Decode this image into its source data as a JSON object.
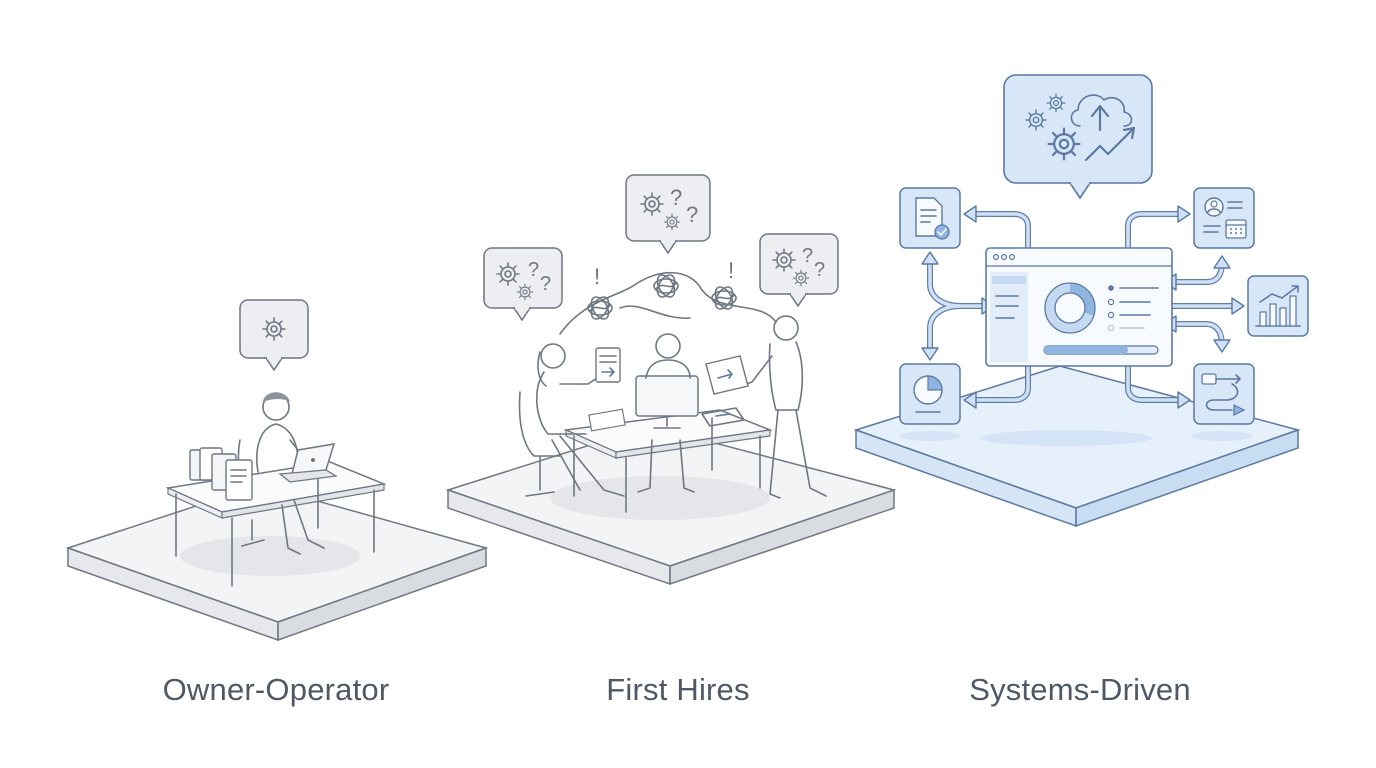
{
  "stages": [
    {
      "label": "Owner-Operator"
    },
    {
      "label": "First Hires"
    },
    {
      "label": "Systems-Driven"
    }
  ],
  "colors": {
    "platform_gray": "#f2f3f5",
    "platform_blue": "#e3eefb",
    "line_gray": "#6f7783",
    "line_blue": "#5b79a3",
    "accent_blue": "#a9c8ee",
    "label_text": "#4f5966"
  },
  "icons": {
    "stage1": [
      "gear-icon",
      "laptop-icon",
      "file-folder-icon"
    ],
    "stage2": [
      "gear-icon",
      "question-mark-icon",
      "exclamation-icon",
      "tangle-icon",
      "document-icon",
      "monitor-icon"
    ],
    "stage3": [
      "cloud-upload-icon",
      "gear-icon",
      "trend-up-icon",
      "document-check-icon",
      "contact-card-icon",
      "calendar-icon",
      "bar-chart-icon",
      "pie-chart-icon",
      "workflow-icon",
      "dashboard-icon"
    ]
  }
}
